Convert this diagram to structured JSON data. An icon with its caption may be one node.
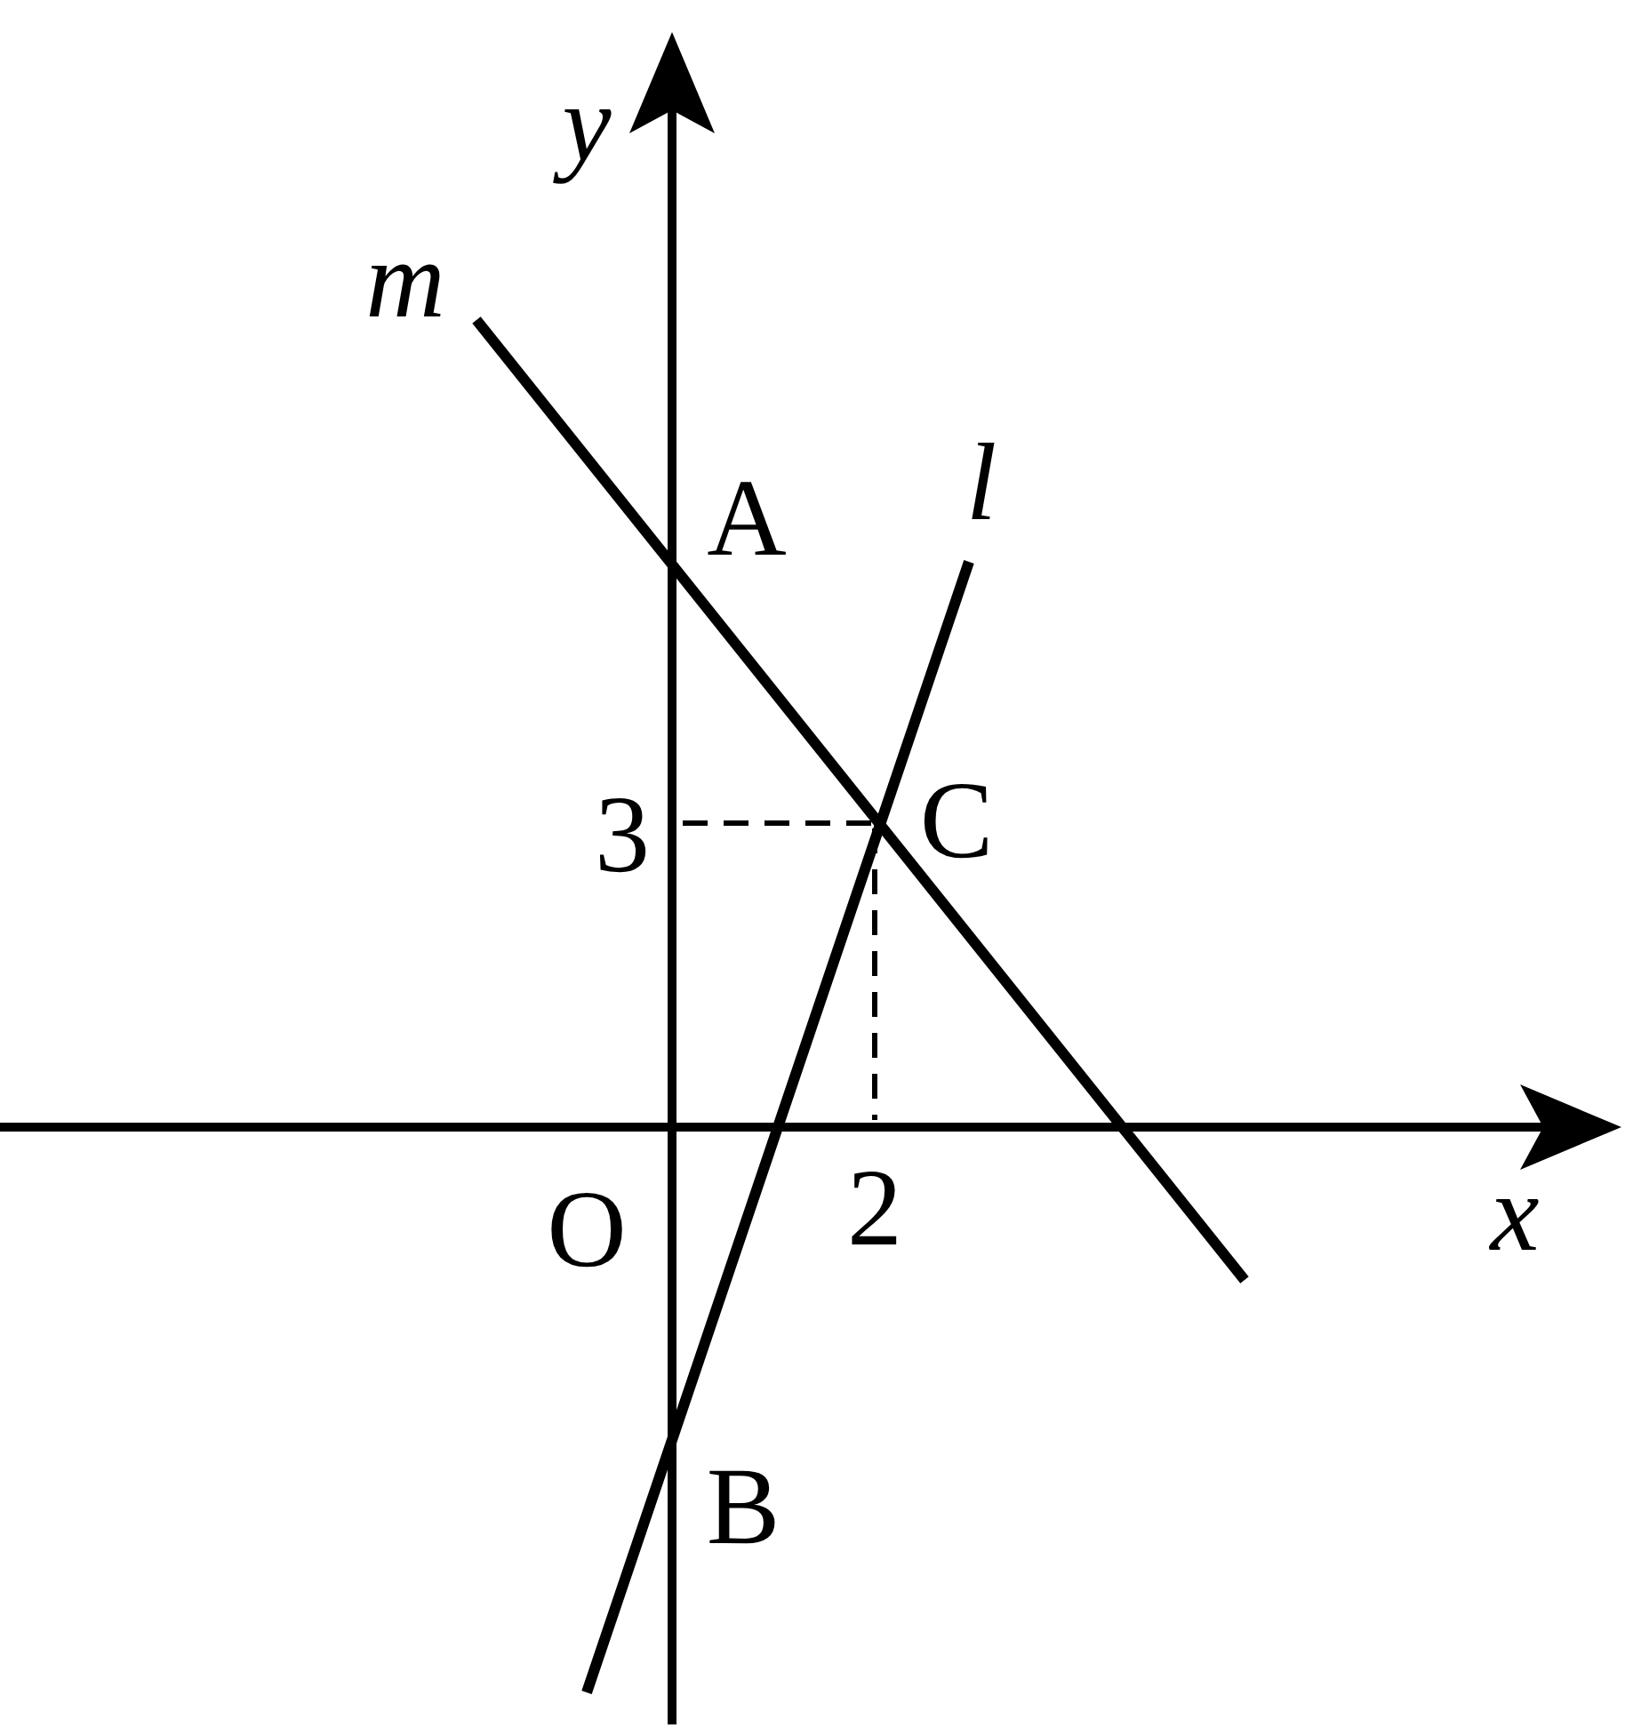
{
  "diagram": {
    "labels": [
      "y",
      "m",
      "A",
      "l",
      "3",
      "C",
      "O",
      "2",
      "x",
      "B"
    ]
  }
}
